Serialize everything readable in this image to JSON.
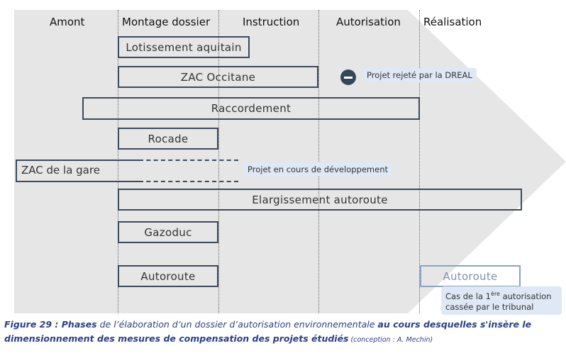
{
  "phases": [
    "Amont",
    "Montage dossier",
    "Instruction",
    "Autorisation",
    "Réalisation"
  ],
  "projects": {
    "lotissement": "Lotissement aquitain",
    "zac_occitane": "ZAC Occitane",
    "raccordement": "Raccordement",
    "rocade": "Rocade",
    "zac_gare": "ZAC de la gare",
    "elargissement": "Elargissement autoroute",
    "gazoduc": "Gazoduc",
    "autoroute": "Autoroute",
    "autoroute_realisation": "Autoroute"
  },
  "notes": {
    "rejected": "Projet rejeté par la DREAL",
    "in_development": "Projet en cours de développement",
    "cancelled_line1": "Cas de la 1",
    "cancelled_sup": "ère",
    "cancelled_line1_end": " autorisation",
    "cancelled_line2": "cassée par le tribunal"
  },
  "caption": {
    "part1": "Figure 29 : Phases",
    "part2": " de l’élaboration d’un dossier d’autorisation environnementale ",
    "part3": "au cours desquelles s'insère le dimensionnement des mesures de compensation des projets étudiés",
    "part4": " (conception : A. Mechin)"
  },
  "colors": {
    "background_arrow": "#e6e6e6",
    "box_border": "#3b4a5c",
    "note_bg": "#dfe8f5",
    "caption": "#2b3f87"
  },
  "icons": {
    "rejected": "minus-circle-icon"
  }
}
